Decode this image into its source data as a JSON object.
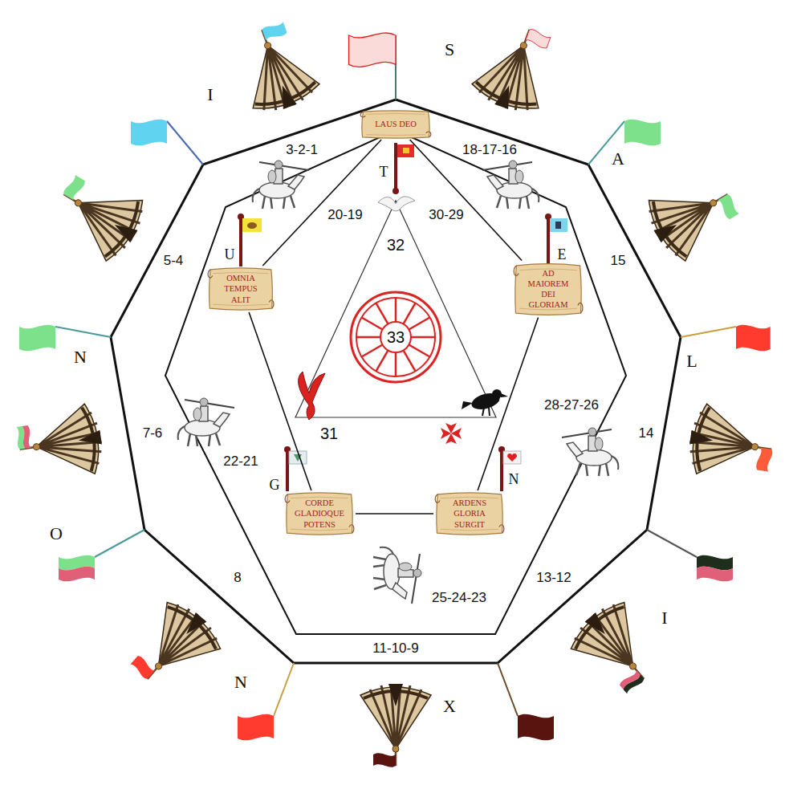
{
  "diagram": {
    "nodes": [
      {
        "text": [
          "LAUS DEO"
        ]
      },
      {
        "text": [
          "OMNIA TEMPUS ALIT"
        ]
      },
      {
        "text": [
          "AD MAIOREM DEI GLORIAM"
        ]
      },
      {
        "text": [
          "CORDE GLADIOQUE POTENS"
        ]
      },
      {
        "text": [
          "ARDENS GLORIA SURGIT"
        ]
      },
      {
        "text": [
          "33"
        ]
      }
    ],
    "edges": [
      {
        "from": 0,
        "to": 1,
        "arrow": "none"
      },
      {
        "from": 0,
        "to": 2,
        "arrow": "none"
      },
      {
        "from": 2,
        "to": 4,
        "arrow": "none"
      },
      {
        "from": 4,
        "to": 3,
        "arrow": "none"
      },
      {
        "from": 3,
        "to": 1,
        "arrow": "none"
      }
    ],
    "labels": [
      "I",
      "S",
      "A",
      "L",
      "I",
      "X",
      "N",
      "O",
      "N",
      "3-2-1",
      "18-17-16",
      "15",
      "14",
      "13-12",
      "11-10-9",
      "8",
      "7-6",
      "5-4",
      "T",
      "E",
      "N",
      "G",
      "U",
      "20-19",
      "30-29",
      "28-27-26",
      "25-24-23",
      "22-21",
      "32",
      "31"
    ]
  }
}
